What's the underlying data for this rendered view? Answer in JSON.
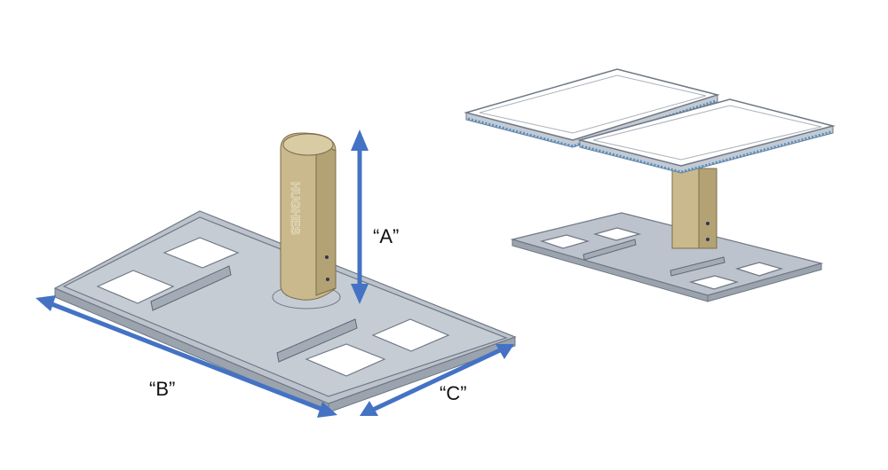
{
  "diagram": {
    "dimension_labels": {
      "a": "“A”",
      "b": "“B”",
      "c": "“C”"
    },
    "post_embossed_text": "HUGHES",
    "colors": {
      "arrow": "#4472c4",
      "plate": "#bcc3cc",
      "post": "#c9b98c",
      "panel_led": "#4f8fc6"
    }
  }
}
